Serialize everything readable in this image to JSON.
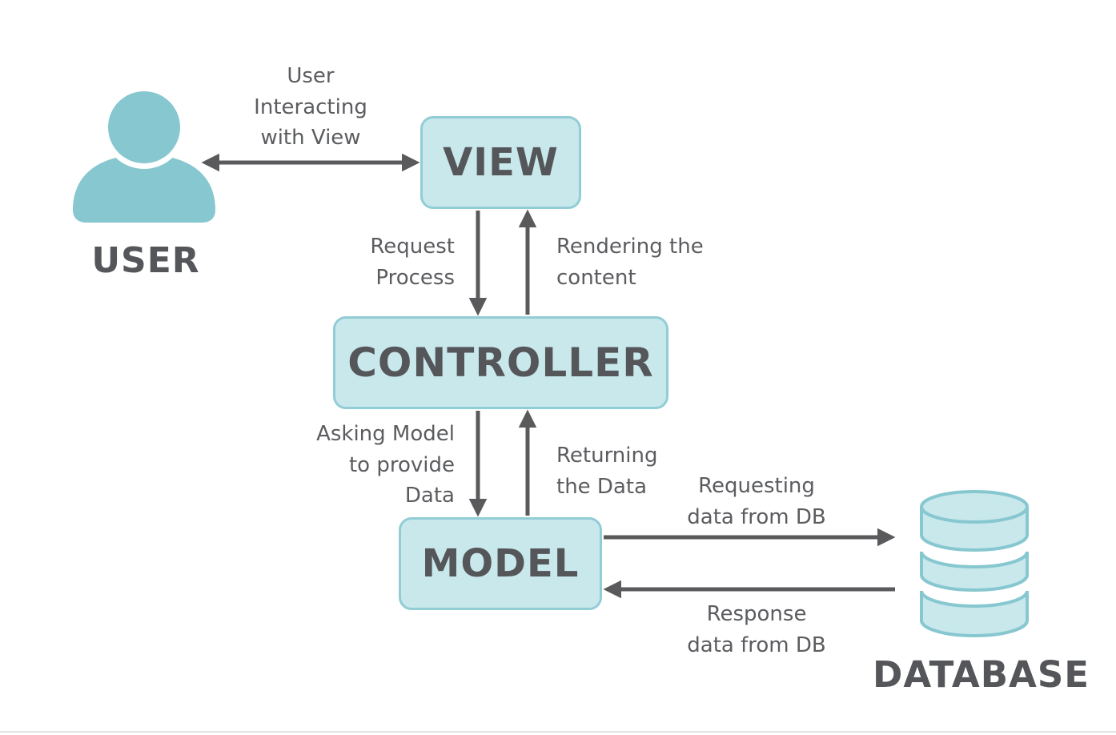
{
  "nodes": {
    "view": "VIEW",
    "controller": "CONTROLLER",
    "model": "MODEL"
  },
  "actors": {
    "user": "USER",
    "database": "DATABASE"
  },
  "edges": {
    "user_view": [
      "User",
      "Interacting",
      "with View"
    ],
    "view_to_controller": [
      "Request",
      "Process"
    ],
    "controller_to_view": [
      "Rendering the",
      "content"
    ],
    "controller_to_model": [
      "Asking Model",
      "to provide",
      "Data"
    ],
    "model_to_controller": [
      "Returning",
      "the Data"
    ],
    "model_to_db": [
      "Requesting",
      "data from DB"
    ],
    "db_to_model": [
      "Response",
      "data from DB"
    ]
  },
  "colors": {
    "box_fill": "#c8e8ec",
    "box_border": "#92cdd6",
    "icon_fill": "#87c7d0",
    "arrow": "#5a5a5c",
    "text": "#555659"
  },
  "icons": {
    "user": "user-icon",
    "database": "database-icon"
  }
}
